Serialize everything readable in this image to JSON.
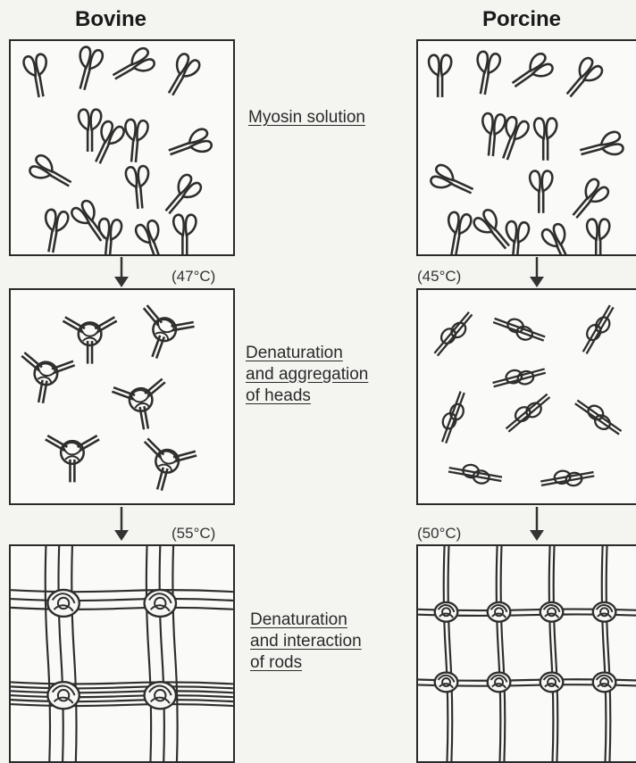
{
  "columns": {
    "left_title": "Bovine",
    "right_title": "Porcine"
  },
  "stages": [
    {
      "lines": [
        "Myosin solution"
      ]
    },
    {
      "lines": [
        "Denaturation",
        "and aggregation",
        "of heads"
      ]
    },
    {
      "lines": [
        "Denaturation",
        "and interaction",
        "of rods"
      ]
    }
  ],
  "temperatures": {
    "bovine_stage2": "(47°C)",
    "bovine_stage3": "(55°C)",
    "porcine_stage2": "(45°C)",
    "porcine_stage3": "(50°C)"
  }
}
